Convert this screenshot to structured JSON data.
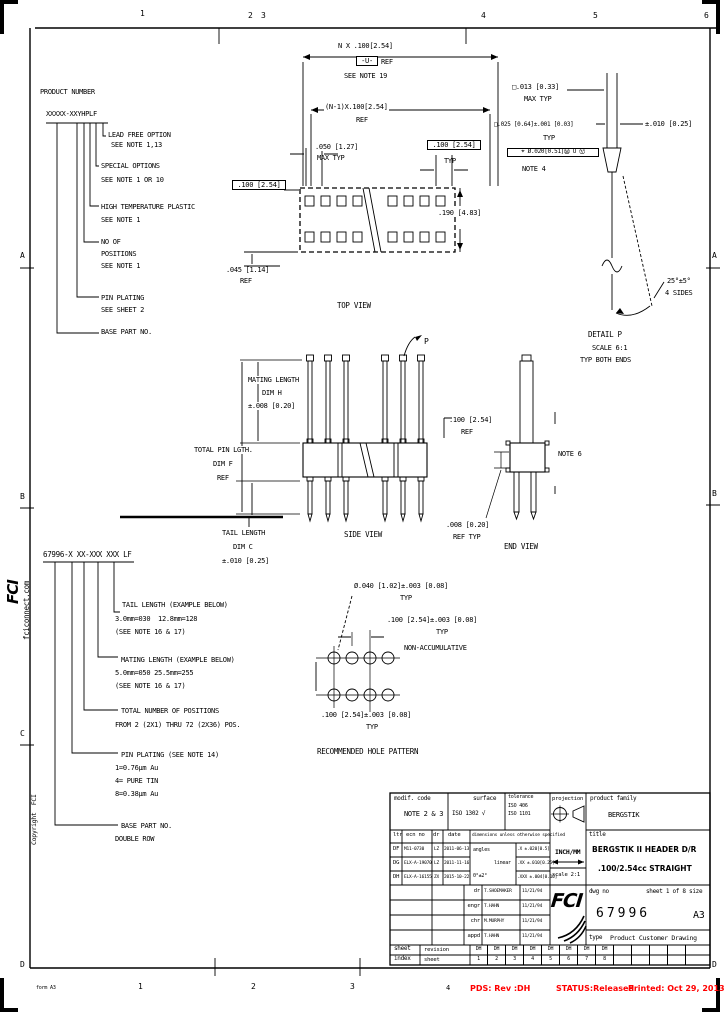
{
  "frame": {
    "top_numbers": [
      "1",
      "2",
      "3",
      "4",
      "5",
      "6"
    ],
    "bottom_numbers": [
      "1",
      "2",
      "3",
      "4"
    ],
    "left_letters": [
      "A",
      "B",
      "C",
      "D"
    ],
    "right_letters": [
      "A",
      "B",
      "D"
    ],
    "form_label": "form A3"
  },
  "margin": {
    "logo": "FCI",
    "site": "fciconnect.com",
    "copyright": "Copyright  FCI"
  },
  "status_bar": {
    "pds": "PDS: Rev :DH",
    "status": "STATUS:Released",
    "printed": "Printed: Oct 29, 2013",
    "color": "#ff0000"
  },
  "product_tree": {
    "title": "PRODUCT NUMBER",
    "part_number": "XXXXX-XXYHPLF",
    "lead_free_line1": "LEAD FREE OPTION",
    "lead_free_line2": "SEE NOTE 1,13",
    "special_line1": "SPECIAL OPTIONS",
    "special_line2": "SEE NOTE 1 OR 10",
    "high_temp_line1": "HIGH TEMPERATURE PLASTIC",
    "high_temp_line2": "SEE NOTE 1",
    "positions_line1": "NO OF",
    "positions_line2": "POSITIONS",
    "positions_line3": "SEE NOTE 1",
    "plating_line1": "PIN PLATING",
    "plating_line2": "SEE SHEET 2",
    "base_line1": "BASE PART NO."
  },
  "top_view": {
    "dim_pitch_total": "N X .100[2.54]",
    "datum": "-U-",
    "ref1": "REF",
    "note19": "SEE NOTE 19",
    "dim_pitch_n1": "(N-1)X.100[2.54]",
    "ref2": "REF",
    "dim_050": ".050 [1.27]",
    "max_typ": "MAX TYP",
    "dim_100_typ": ".100 [2.54]",
    "typ": "TYP",
    "dim_100_box": ".100 [2.54]",
    "dim_190": ".190 [4.83]",
    "dim_045": ".045 [1.14]",
    "ref3": "REF",
    "caption": "TOP VIEW"
  },
  "detail_p": {
    "dim_013": "□.013 [0.33]",
    "max_typ": "MAX TYP",
    "dim_025": "□.025 [0.64]±.001 [0.03]",
    "typ": "TYP",
    "gdt": "⌖ Ø.020[0.51]Ⓜ U Ⓥ",
    "note4": "NOTE 4",
    "dim_010": "±.010 [0.25]",
    "angle": "25°±5°",
    "sides": "4 SIDES",
    "caption1": "DETAIL P",
    "caption2": "SCALE 6:1",
    "caption3": "TYP BOTH ENDS"
  },
  "side_view": {
    "mating_line1": "MATING LENGTH",
    "mating_line2": "DIM H",
    "mating_line3": "±.008 [0.20]",
    "total_line1": "TOTAL PIN LGTH.",
    "total_line2": "DIM F",
    "total_line3": "REF",
    "tail_line1": "TAIL LENGTH",
    "tail_line2": "DIM C",
    "tail_line3": "±.010 [0.25]",
    "caption": "SIDE VIEW",
    "detail_ref": "P"
  },
  "end_view": {
    "dim_100": ".100 [2.54]",
    "ref": "REF",
    "dim_008": ".008 [0.20]",
    "ref_typ": "REF TYP",
    "note6": "NOTE 6",
    "caption": "END VIEW"
  },
  "part_code": {
    "part_number": "67996-X XX-XXX XXX LF",
    "tail_line1": "TAIL LENGTH (EXAMPLE BELOW)",
    "tail_line2": "3.0mm=030  12.8mm=128",
    "tail_line3": "(SEE NOTE 16 & 17)",
    "mating_line1": "MATING LENGTH (EXAMPLE BELOW)",
    "mating_line2": "5.0mm=050 25.5mm=255",
    "mating_line3": "(SEE NOTE 16 & 17)",
    "positions_line1": "TOTAL NUMBER OF POSITIONS",
    "positions_line2": "FROM 2 (2X1) THRU 72 (2X36) POS.",
    "plating_line1": "PIN PLATING (SEE NOTE 14)",
    "plating_line2": "1=0.76μm Au",
    "plating_line3": "4= PURE TIN",
    "plating_line4": "8=0.38μm Au",
    "base_line1": "BASE PART NO.",
    "base_line2": "DOUBLE ROW"
  },
  "hole_pattern": {
    "dim_hole": "Ø.040 [1.02]±.003 [0.08]",
    "typ1": "TYP",
    "dim_pitch_h": ".100 [2.54]±.003 [0.08]",
    "typ2": "TYP",
    "non_accumulative": "NON-ACCUMULATIVE",
    "dim_pitch_v": ".100 [2.54]±.003 [0.08]",
    "typ3": "TYP",
    "caption": "RECOMMENDED HOLE PATTERN"
  },
  "title_block": {
    "modif_label": "modif. code",
    "modif_value": "NOTE 2 & 3",
    "surface_label": "surface",
    "surface_value": "ISO 1302 √",
    "tolerance_label": "tolerance",
    "tolerance_value1": "ISO 406",
    "tolerance_value2": "ISO 1101",
    "projection_label": "projection",
    "family_label": "product family",
    "family_value": "BERGSTIK",
    "col_ltr": "ltr",
    "col_ecn": "ecn no",
    "col_dr": "dr",
    "col_date": "date",
    "dims_note": "dimensions unless otherwise specified",
    "revisions": [
      {
        "ltr": "DF",
        "ecn": "M11-0730",
        "dr": "LZ",
        "date": "2011-06-13"
      },
      {
        "ltr": "DG",
        "ecn": "ELX-A-19070",
        "dr": "LZ",
        "date": "2011-11-16"
      },
      {
        "ltr": "DH",
        "ecn": "ELX-A-16155",
        "dr": "ZX",
        "date": "2015-10-22"
      }
    ],
    "angles_label": "angles",
    "angles_value": "0°±2°",
    "linear_label": "linear",
    "tol_rows": [
      ".X ±.020[0.5]",
      ".XX ±.010[0.25]",
      ".XXX ±.004[0.10]"
    ],
    "units": "INCH/MM",
    "scale": "scale 2:1",
    "title_label": "title",
    "title_line1": "BERGSTIK II HEADER D/R",
    "title_line2": ".100/2.54cc STRAIGHT",
    "approvals": [
      {
        "role": "dr",
        "name": "T.SHOEMAKER",
        "date": "11/21/94"
      },
      {
        "role": "engr",
        "name": "T.HAHN",
        "date": "11/21/94"
      },
      {
        "role": "chr",
        "name": "M.MURPHY",
        "date": "11/21/94"
      },
      {
        "role": "appd",
        "name": "T.HAHN",
        "date": "11/21/94"
      }
    ],
    "logo": "FCI",
    "dwg_label": "dwg no",
    "dwg_number": "67996",
    "sheet_label": "sheet 1 of 8 size",
    "size": "A3",
    "type_label": "type",
    "type_value": "Product Customer Drawing",
    "index_label_line1": "sheet",
    "index_label_line2": "index",
    "index_revision_label": "revision",
    "index_sheet_label": "sheet",
    "index_revisions": [
      "DH",
      "DH",
      "DH",
      "DH",
      "DH",
      "DH",
      "DH",
      "DH"
    ],
    "index_sheets": [
      "1",
      "2",
      "3",
      "4",
      "5",
      "6",
      "7",
      "8"
    ]
  }
}
